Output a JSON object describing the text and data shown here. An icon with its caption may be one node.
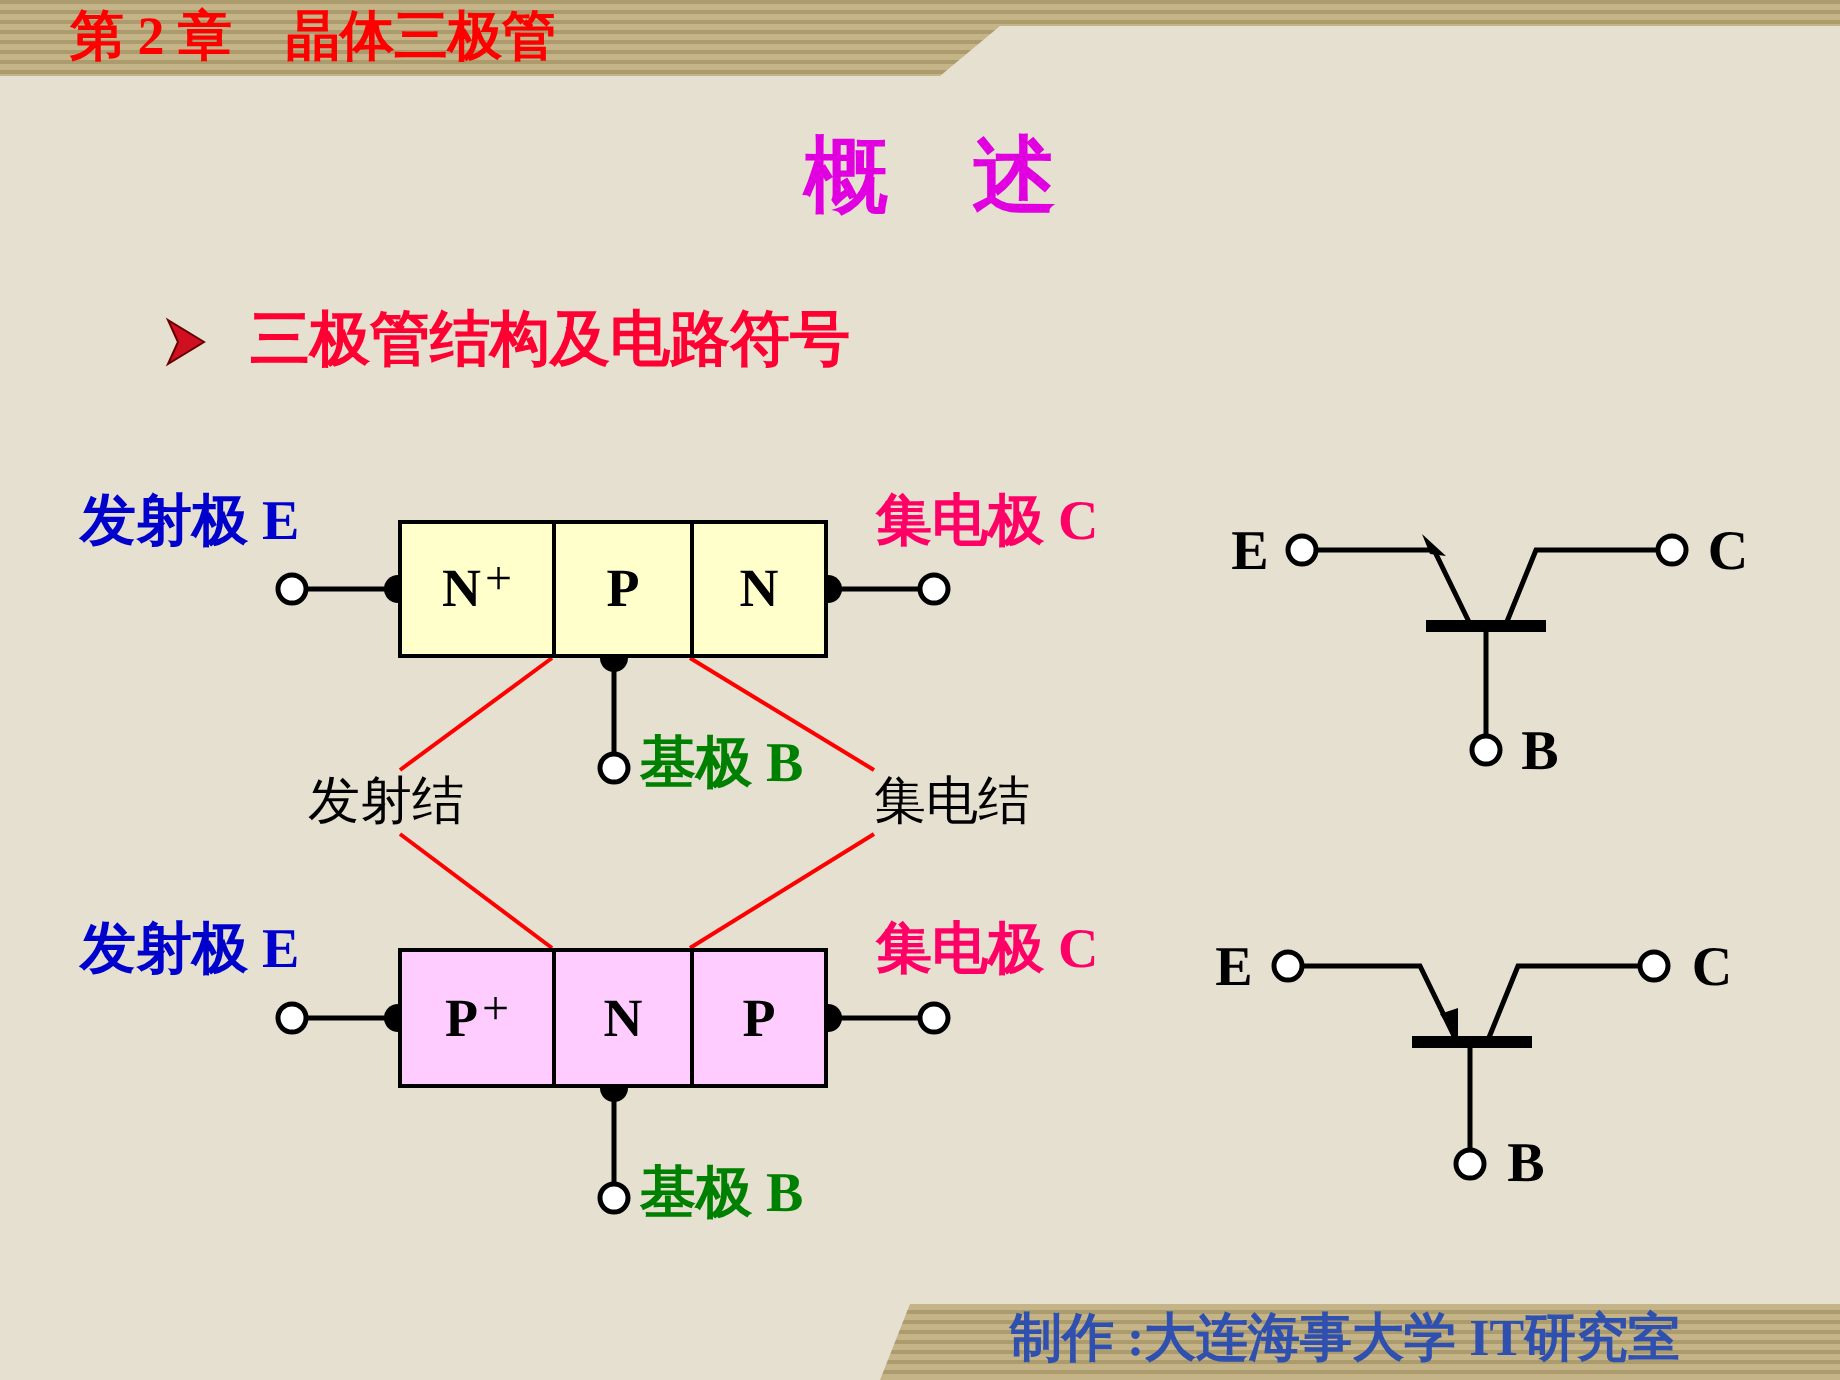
{
  "diagram": {
    "title": "概　述",
    "nodes": [
      {
        "text": [
          "N$^{+}$"
        ]
      },
      {
        "text": [
          "P"
        ]
      },
      {
        "text": [
          "N"
        ]
      },
      {
        "text": [
          "P$^{+}$"
        ]
      },
      {
        "text": [
          "N"
        ]
      },
      {
        "text": [
          "P"
        ]
      },
      {
        "text": [
          "发射结"
        ]
      },
      {
        "text": [
          "集电结"
        ]
      }
    ],
    "edges": [
      {
        "from": 6,
        "to": 1,
        "arrow": "none"
      },
      {
        "from": 6,
        "to": 4,
        "arrow": "none"
      },
      {
        "from": 7,
        "to": 2,
        "arrow": "none"
      },
      {
        "from": 7,
        "to": 5,
        "arrow": "none"
      }
    ],
    "labels": [
      "第 2 章　晶体三极管",
      "三极管结构及电路符号",
      "发射极 E",
      "集电极 C",
      "E",
      "C",
      "基极 B",
      "B",
      "发射极 E",
      "集电极 C",
      "E",
      "C",
      "基极 B",
      "B",
      "制作 :大连海事大学 IT研究室"
    ]
  }
}
